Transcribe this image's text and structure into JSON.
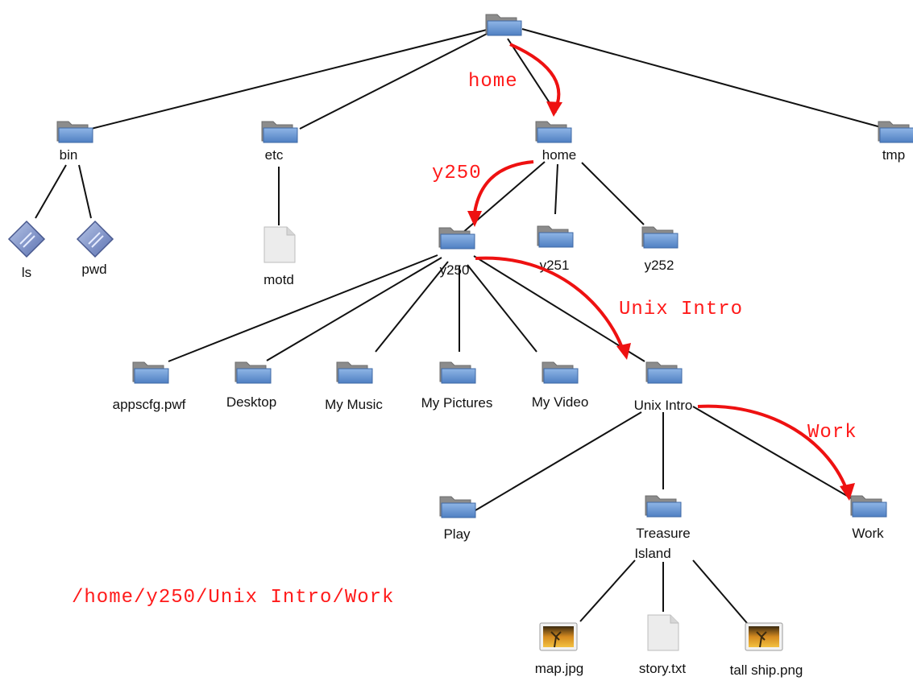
{
  "nodes": {
    "root": "",
    "bin": "bin",
    "etc": "etc",
    "home": "home",
    "tmp": "tmp",
    "ls": "ls",
    "pwd": "pwd",
    "motd": "motd",
    "y250": "y250",
    "y251": "y251",
    "y252": "y252",
    "appscfg": "appscfg.pwf",
    "desktop": "Desktop",
    "my_music": "My Music",
    "my_pictures": "My Pictures",
    "my_video": "My Video",
    "unix_intro": "Unix Intro",
    "play": "Play",
    "treasure_island_line1": "Treasure",
    "treasure_island_line2": "Island",
    "work": "Work",
    "map": "map.jpg",
    "story": "story.txt",
    "tall_ship": "tall ship.png"
  },
  "path_arrows": {
    "home": "home",
    "y250": "y250",
    "unix_intro": "Unix Intro",
    "work": "Work"
  },
  "full_path": "/home/y250/Unix Intro/Work",
  "colors": {
    "arrow": "#ee1111",
    "folder_body": "#6d97cf",
    "folder_tab": "#8c8c8c",
    "text": "#111111"
  }
}
